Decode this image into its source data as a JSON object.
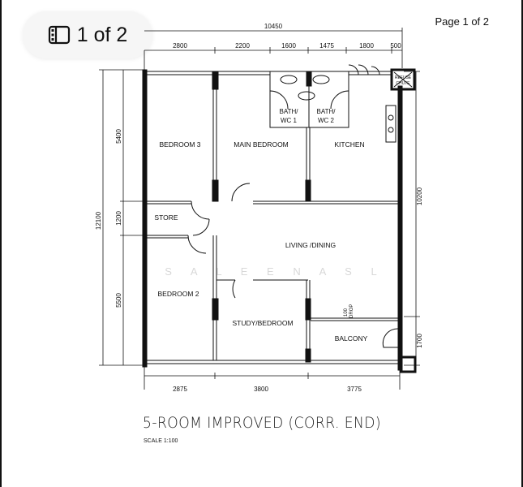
{
  "viewer": {
    "page_indicator": "1 of 2",
    "page_label": "Page 1 of 2",
    "icon": "sidebar-thumbnails-icon"
  },
  "plan": {
    "title": "5-ROOM IMPROVED (CORR. END)",
    "scale": "SCALE  1:100",
    "watermark": "S A L E E N A   S L",
    "rooms": {
      "bedroom3": "BEDROOM 3",
      "main_bedroom": "MAIN BEDROOM",
      "bath1a": "BATH/",
      "bath1b": "WC 1",
      "bath2a": "BATH/",
      "bath2b": "WC 2",
      "kitchen": "KITCHEN",
      "store": "STORE",
      "living": "LIVING /DINING",
      "bedroom2": "BEDROOM 2",
      "study": "STUDY/BEDROOM",
      "balcony": "BALCONY",
      "refuse1": "REFUSE",
      "refuse2": "CHUTE",
      "drop1": "100",
      "drop2": "DROP"
    },
    "dims": {
      "total_top": "10450",
      "top": [
        "2800",
        "2200",
        "1600",
        "1475",
        "1800",
        "500"
      ],
      "bottom": [
        "2875",
        "3800",
        "3775"
      ],
      "left_total": "12100",
      "left": [
        "5400",
        "1200",
        "5500"
      ],
      "right": [
        "10200",
        "1700"
      ]
    }
  }
}
